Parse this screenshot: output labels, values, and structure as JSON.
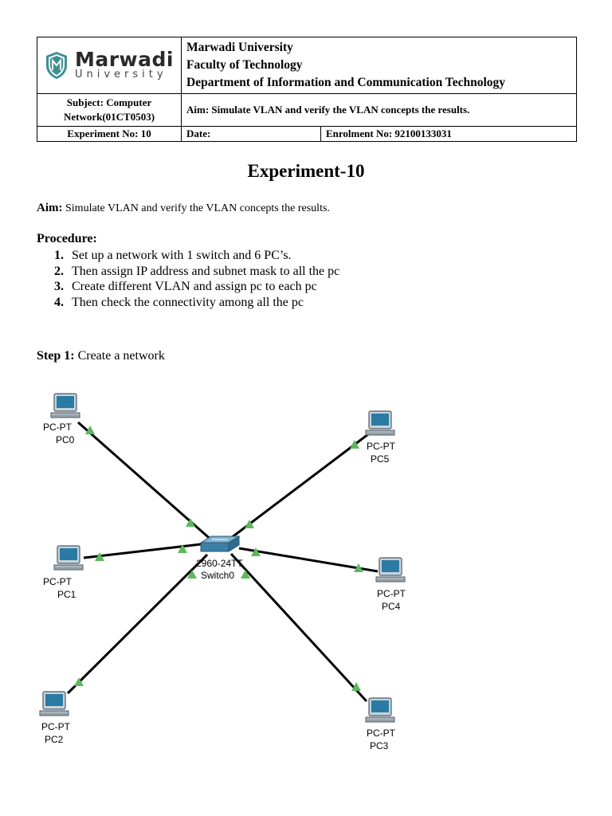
{
  "header": {
    "logo_name": "Marwadi",
    "logo_sub": "University",
    "org_lines": [
      "Marwadi University",
      "Faculty of Technology",
      "Department of Information and Communication Technology"
    ],
    "subject": "Subject: Computer Network(01CT0503)",
    "aim_cell": "Aim: Simulate VLAN and verify the VLAN concepts the results.",
    "experiment_no": "Experiment No: 10",
    "date": "Date:",
    "enrolment": "Enrolment No: 92100133031"
  },
  "title": "Experiment-10",
  "aim": {
    "label": "Aim:",
    "text": " Simulate VLAN and verify the VLAN concepts the results."
  },
  "procedure": {
    "heading": "Procedure:",
    "steps": [
      {
        "num": "1.",
        "text": "Set up a network with 1 switch and 6 PC’s."
      },
      {
        "num": "2.",
        "text": "Then assign IP address and subnet mask to all the pc"
      },
      {
        "num": "3.",
        "text": "Create different VLAN and assign pc to each pc"
      },
      {
        "num": "4.",
        "text": "Then check the connectivity among all the pc"
      }
    ]
  },
  "step1": {
    "label": "Step 1:",
    "text": " Create a network"
  },
  "diagram": {
    "switch": {
      "model": "2960-24TT",
      "name": "Switch0"
    },
    "pcs": [
      {
        "type": "PC-PT",
        "name": "PC0"
      },
      {
        "type": "PC-PT",
        "name": "PC1"
      },
      {
        "type": "PC-PT",
        "name": "PC2"
      },
      {
        "type": "PC-PT",
        "name": "PC3"
      },
      {
        "type": "PC-PT",
        "name": "PC4"
      },
      {
        "type": "PC-PT",
        "name": "PC5"
      }
    ],
    "link_status_color": "#5cb85c",
    "switch_color": "#3d7fa6"
  }
}
